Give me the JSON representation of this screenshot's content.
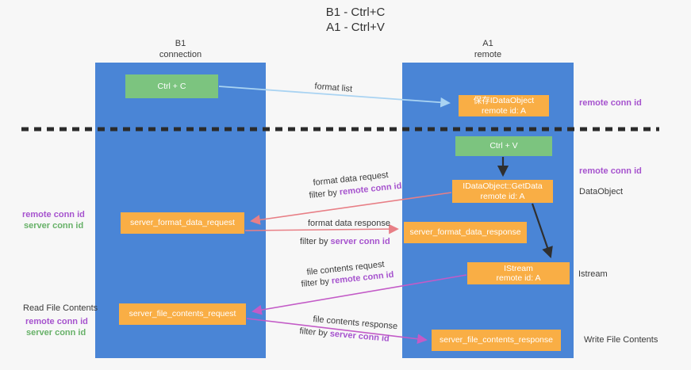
{
  "title": {
    "line1": "B1 - Ctrl+C",
    "line2": "A1 - Ctrl+V"
  },
  "columns": {
    "left": {
      "header_line1": "B1",
      "header_line2": "connection"
    },
    "right": {
      "header_line1": "A1",
      "header_line2": "remote"
    }
  },
  "boxes": {
    "ctrl_c": "Ctrl + C",
    "ctrl_v": "Ctrl + V",
    "save_dataobject": {
      "line1": "保存IDataObject",
      "line2": "remote id: A"
    },
    "getdata": {
      "line1": "IDataObject::GetData",
      "line2": "remote id: A"
    },
    "istream": {
      "line1": "IStream",
      "line2": "remote id: A"
    },
    "format_request": "server_format_data_request",
    "format_response": "server_format_data_response",
    "file_request": "server_file_contents_request",
    "file_response": "server_file_contents_response"
  },
  "arrow_labels": {
    "format_list": "format list",
    "format_data_request": "format data request",
    "filter_remote_1": {
      "prefix": "filter by ",
      "value": "remote conn id"
    },
    "format_data_response": "format data response",
    "filter_server_1": {
      "prefix": "filter by ",
      "value": "server conn id"
    },
    "file_contents_request": "file contents request",
    "filter_remote_2": {
      "prefix": "filter by ",
      "value": "remote conn id"
    },
    "file_contents_response": "file contents response",
    "filter_server_2": {
      "prefix": "filter by ",
      "value": "server conn id"
    }
  },
  "side_labels": {
    "remote_conn_top": "remote conn id",
    "remote_conn_mid": "remote conn id",
    "dataobject": "DataObject",
    "istream": "Istream",
    "write_file": "Write File Contents",
    "read_file": "Read File Contents",
    "left_remote_1": "remote conn id",
    "left_server_1": "server conn id",
    "left_remote_2": "remote conn id",
    "left_server_2": "server conn id"
  },
  "colors": {
    "background": "#f7f7f7",
    "column_blue": "#4a85d6",
    "key_green": "#7cc47f",
    "node_orange": "#f9ae45",
    "arrow_light_blue": "#a9d3f2",
    "arrow_salmon": "#e87f86",
    "arrow_magenta": "#c35bc7",
    "arrow_black": "#2f2f2f",
    "conn_purple": "#a653ce",
    "conn_green": "#67b168",
    "text_dark": "#3a3a3a"
  }
}
